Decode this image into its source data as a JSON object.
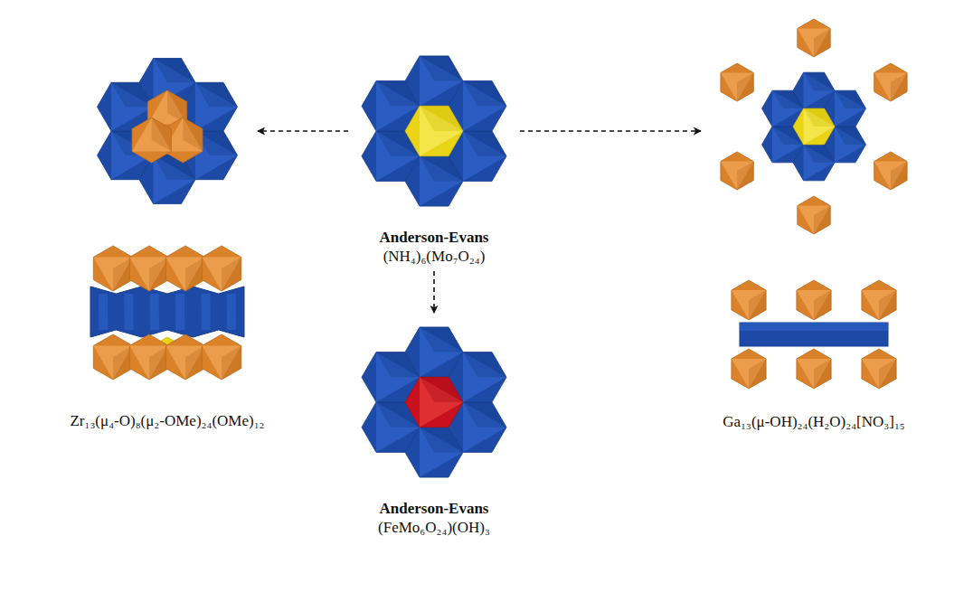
{
  "diagram": {
    "nodes": [
      {
        "text": [
          "Zr₁₃(μ₄-O)₈(μ₂-OMe)₂₄(OMe)₁₂"
        ]
      },
      {
        "text": [
          "Anderson-Evans",
          "(NH₄)₆(Mo₇O₂₄)"
        ]
      },
      {
        "text": [
          "Ga₁₃(μ-OH)₂₄(H₂O)₂₄[NO₃]₁₅"
        ]
      },
      {
        "text": [
          "Anderson-Evans",
          "(FeMo₆O₂₄)(OH)₃"
        ]
      }
    ],
    "edges": [
      {
        "from": 1,
        "to": 0,
        "arrow": "to"
      },
      {
        "from": 1,
        "to": 2,
        "arrow": "to"
      },
      {
        "from": 1,
        "to": 3,
        "arrow": "to"
      }
    ]
  }
}
